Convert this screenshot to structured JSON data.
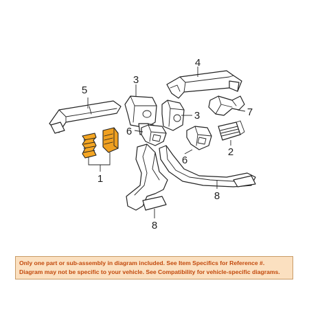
{
  "diagram": {
    "callouts": [
      "1",
      "2",
      "3",
      "3",
      "4",
      "5",
      "6",
      "6",
      "7",
      "8",
      "8"
    ],
    "colors": {
      "line": "#222222",
      "highlight": "#f5a623",
      "notice_bg": "#fbe0c0",
      "notice_text": "#c2490c"
    }
  },
  "notice": {
    "line1": "Only one part or sub-assembly in diagram included. See Item Specifics for Reference #.",
    "line2": "Diagram may not be specific to your vehicle. See Compatibility for vehicle-specific diagrams."
  }
}
